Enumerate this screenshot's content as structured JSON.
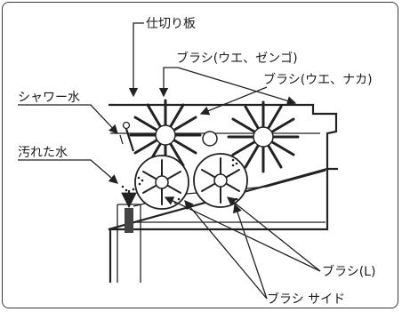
{
  "labels": {
    "partition": "仕切り板",
    "brush_upper_front": "ブラシ(ウエ、ゼンゴ)",
    "brush_upper_middle": "ブラシ(ウエ、ナカ)",
    "shower_water": "シャワー水",
    "dirty_water": "汚れた水",
    "brush_lower": "ブラシ(L)",
    "brush_side": "ブラシ サイド"
  },
  "colors": {
    "background": "#ffffff",
    "line": "#222222"
  }
}
